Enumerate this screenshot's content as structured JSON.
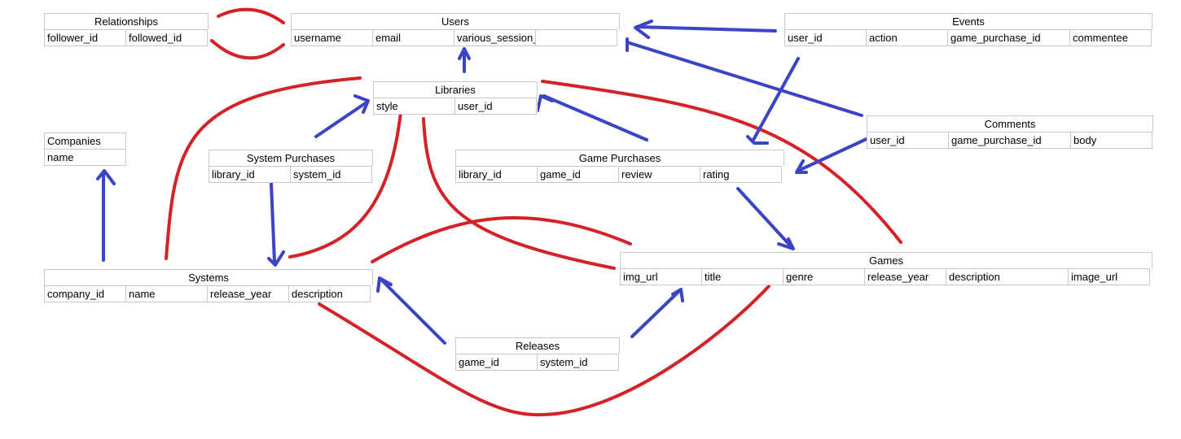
{
  "colors": {
    "red": "#d42228",
    "blue": "#3a44c4",
    "grid": "#c8c8c8"
  },
  "tables": {
    "relationships": {
      "title": "Relationships",
      "columns": [
        "follower_id",
        "followed_id"
      ]
    },
    "users": {
      "title": "Users",
      "columns": [
        "username",
        "email",
        "various_session_items",
        ""
      ]
    },
    "events": {
      "title": "Events",
      "columns": [
        "user_id",
        "action",
        "game_purchase_id",
        "commentee"
      ]
    },
    "libraries": {
      "title": "Libraries",
      "columns": [
        "style",
        "user_id"
      ]
    },
    "comments": {
      "title": "Comments",
      "columns": [
        "user_id",
        "game_purchase_id",
        "body"
      ]
    },
    "companies": {
      "title": "Companies",
      "columns": [
        "name"
      ]
    },
    "system_purchases": {
      "title": "System Purchases",
      "columns": [
        "library_id",
        "system_id"
      ]
    },
    "game_purchases": {
      "title": "Game Purchases",
      "columns": [
        "library_id",
        "game_id",
        "review",
        "rating"
      ]
    },
    "systems": {
      "title": "Systems",
      "columns": [
        "company_id",
        "name",
        "release_year",
        "description"
      ]
    },
    "games": {
      "title": "Games",
      "columns": [
        "img_url",
        "title",
        "genre",
        "release_year",
        "description",
        "image_url"
      ]
    },
    "releases": {
      "title": "Releases",
      "columns": [
        "game_id",
        "system_id"
      ]
    }
  }
}
